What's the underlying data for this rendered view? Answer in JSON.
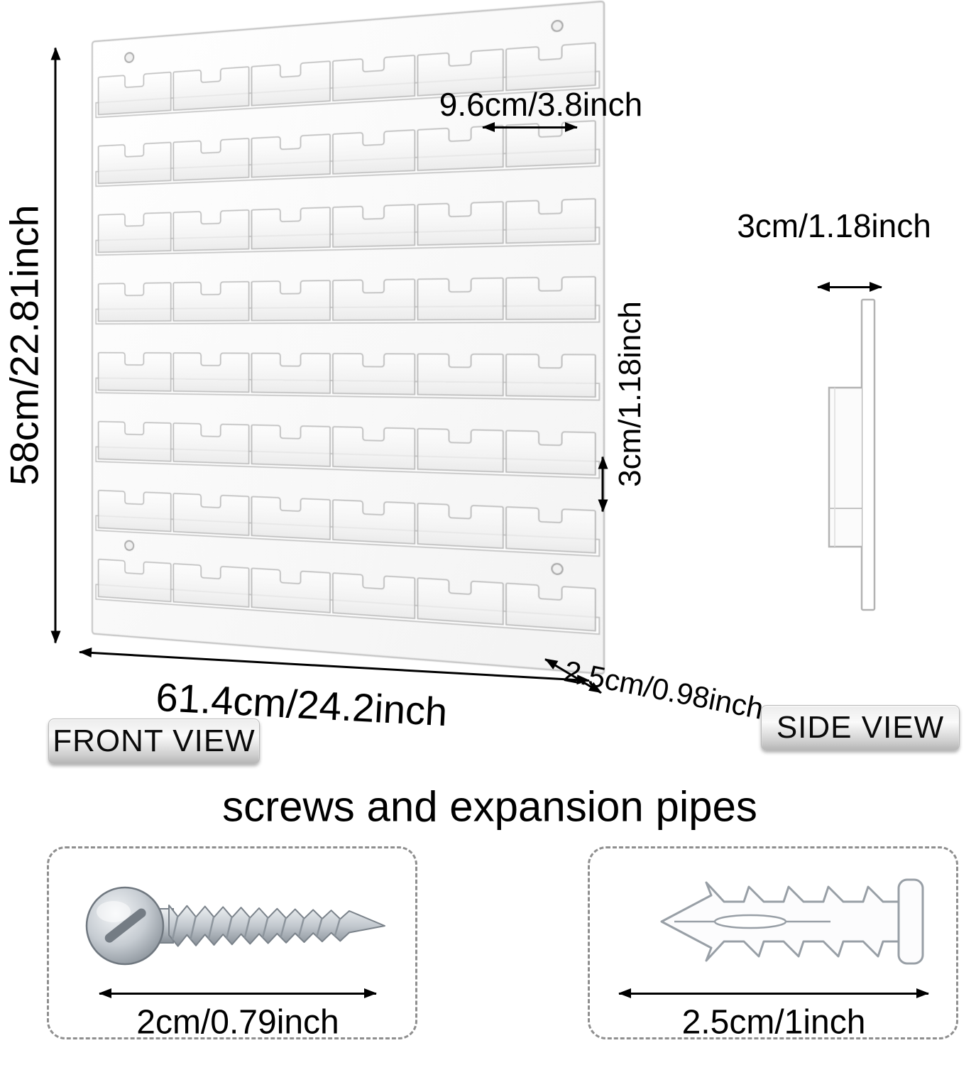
{
  "front_view": {
    "badge": "FRONT VIEW",
    "grid": {
      "rows": 8,
      "columns": 6
    },
    "dimensions": {
      "height": "58cm/22.81inch",
      "width": "61.4cm/24.2inch",
      "shelf_depth": "2.5cm/0.98inch",
      "pocket_width": "9.6cm/3.8inch",
      "pocket_height": "3cm/1.18inch"
    }
  },
  "side_view": {
    "badge": "SIDE VIEW",
    "dimensions": {
      "depth": "3cm/1.18inch"
    }
  },
  "hardware": {
    "heading": "screws and expansion pipes",
    "screw": {
      "length": "2cm/0.79inch"
    },
    "expansion_pipe": {
      "length": "2.5cm/1inch"
    }
  },
  "colors": {
    "dimension_line": "#000000",
    "acrylic_outline": "#b5b5b5",
    "badge_background": "#d6d6d6"
  }
}
